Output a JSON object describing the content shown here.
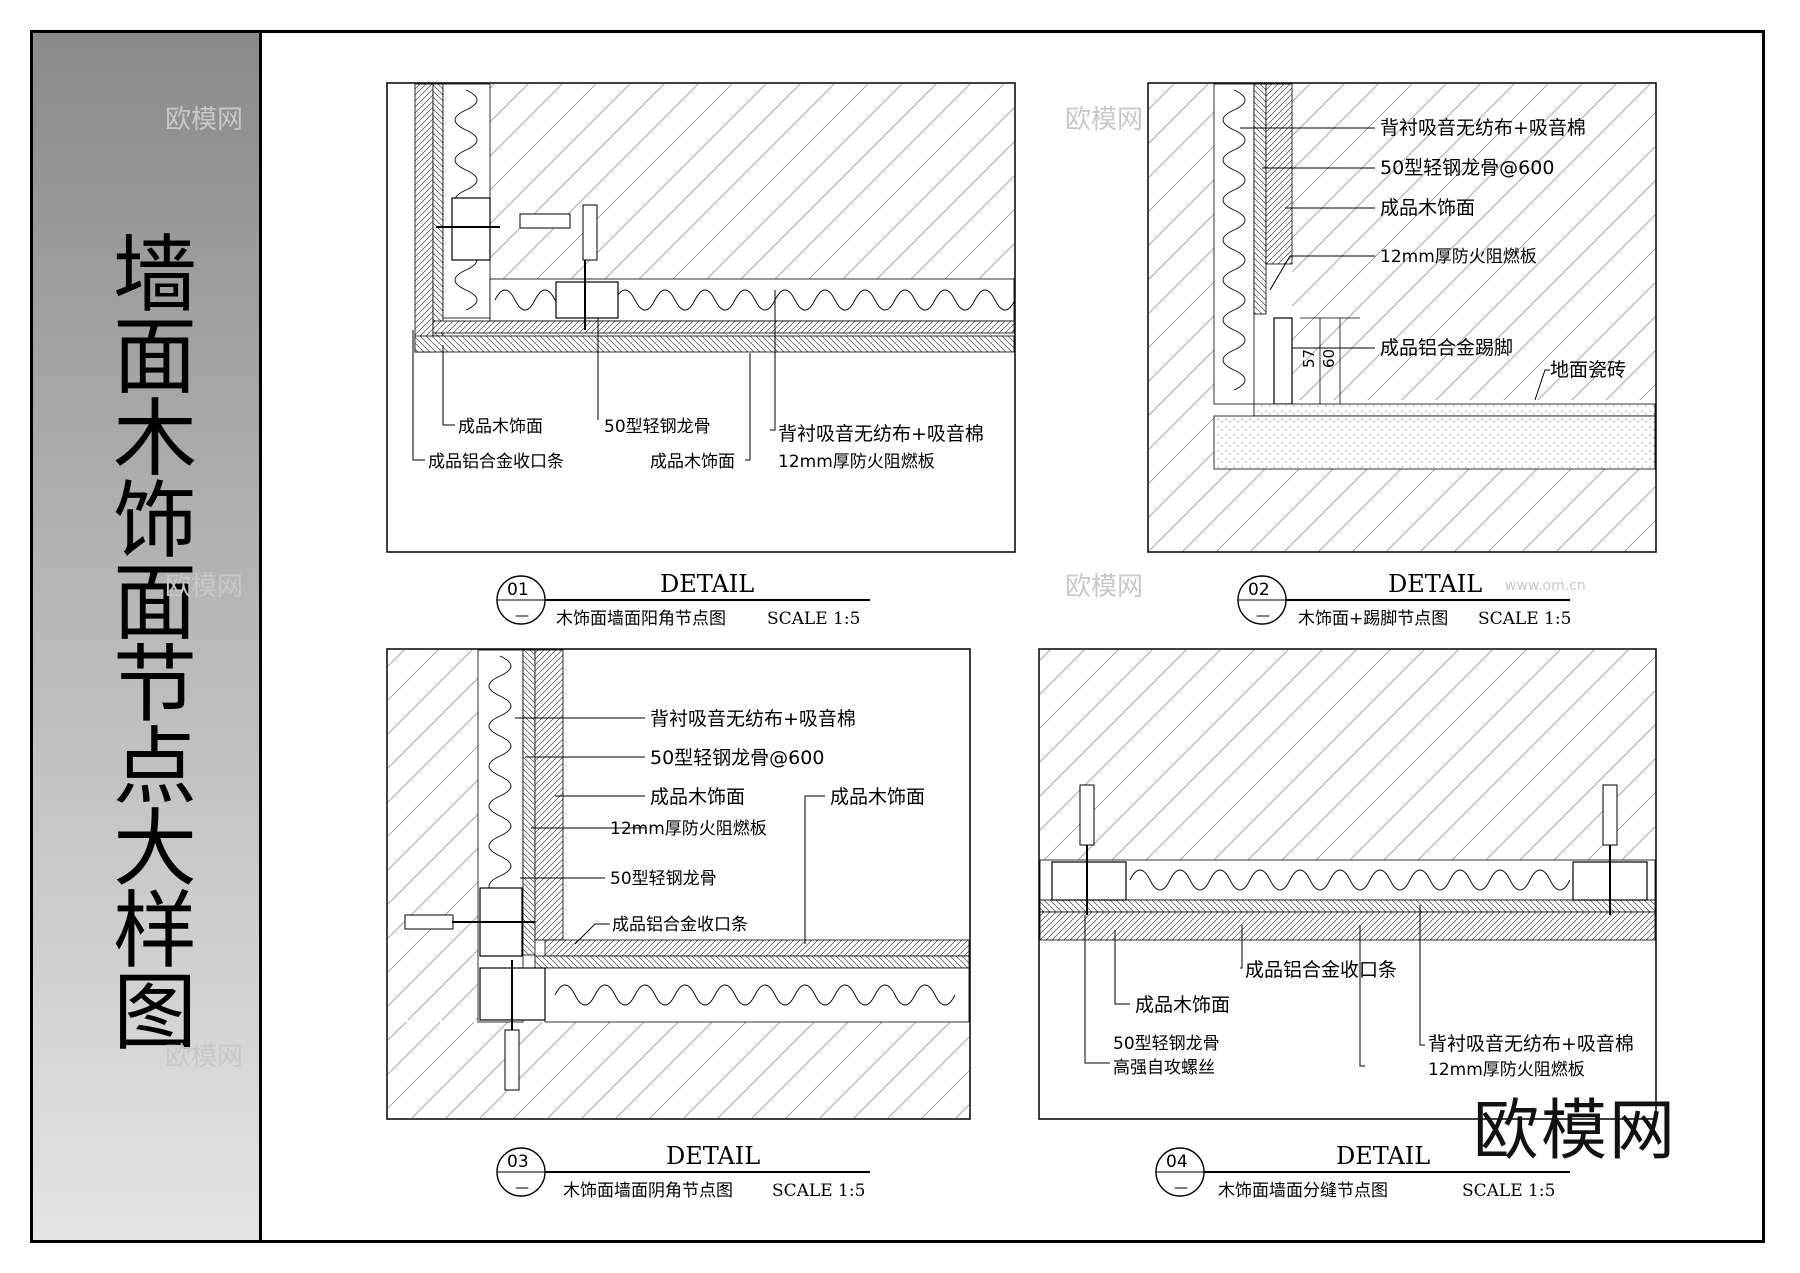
{
  "sheet_title": "墙面木饰面节点大样图",
  "watermark": {
    "small": "欧模网",
    "url": "www.om.cn",
    "big": "欧模网"
  },
  "details": [
    {
      "id": "d1",
      "no": "01",
      "sub": "—",
      "heading": "DETAIL",
      "caption": "木饰面墙面阳角节点图",
      "scale": "SCALE 1:5",
      "labels": {
        "l1": "成品木饰面",
        "l2": "成品铝合金收口条",
        "l3": "50型轻钢龙骨",
        "l4": "背衬吸音无纺布+吸音棉",
        "l5": "成品木饰面",
        "l6": "12mm厚防火阻燃板"
      }
    },
    {
      "id": "d2",
      "no": "02",
      "sub": "—",
      "heading": "DETAIL",
      "caption": "木饰面+踢脚节点图",
      "scale": "SCALE 1:5",
      "labels": {
        "l1": "背衬吸音无纺布+吸音棉",
        "l2": "50型轻钢龙骨@600",
        "l3": "成品木饰面",
        "l4": "12mm厚防火阻燃板",
        "l5": "成品铝合金踢脚",
        "l6": "地面瓷砖"
      },
      "dims": {
        "d1": "57",
        "d2": "60"
      }
    },
    {
      "id": "d3",
      "no": "03",
      "sub": "—",
      "heading": "DETAIL",
      "caption": "木饰面墙面阴角节点图",
      "scale": "SCALE 1:5",
      "labels": {
        "l1": "背衬吸音无纺布+吸音棉",
        "l2": "50型轻钢龙骨@600",
        "l3": "成品木饰面",
        "l4": "12mm厚防火阻燃板",
        "l5": "50型轻钢龙骨",
        "l6": "成品铝合金收口条",
        "l7": "成品木饰面"
      }
    },
    {
      "id": "d4",
      "no": "04",
      "sub": "—",
      "heading": "DETAIL",
      "caption": "木饰面墙面分缝节点图",
      "scale": "SCALE 1:5",
      "labels": {
        "l1": "成品铝合金收口条",
        "l2": "成品木饰面",
        "l3": "50型轻钢龙骨",
        "l4": "高强自攻螺丝",
        "l5": "背衬吸音无纺布+吸音棉",
        "l6": "12mm厚防火阻燃板"
      }
    }
  ]
}
